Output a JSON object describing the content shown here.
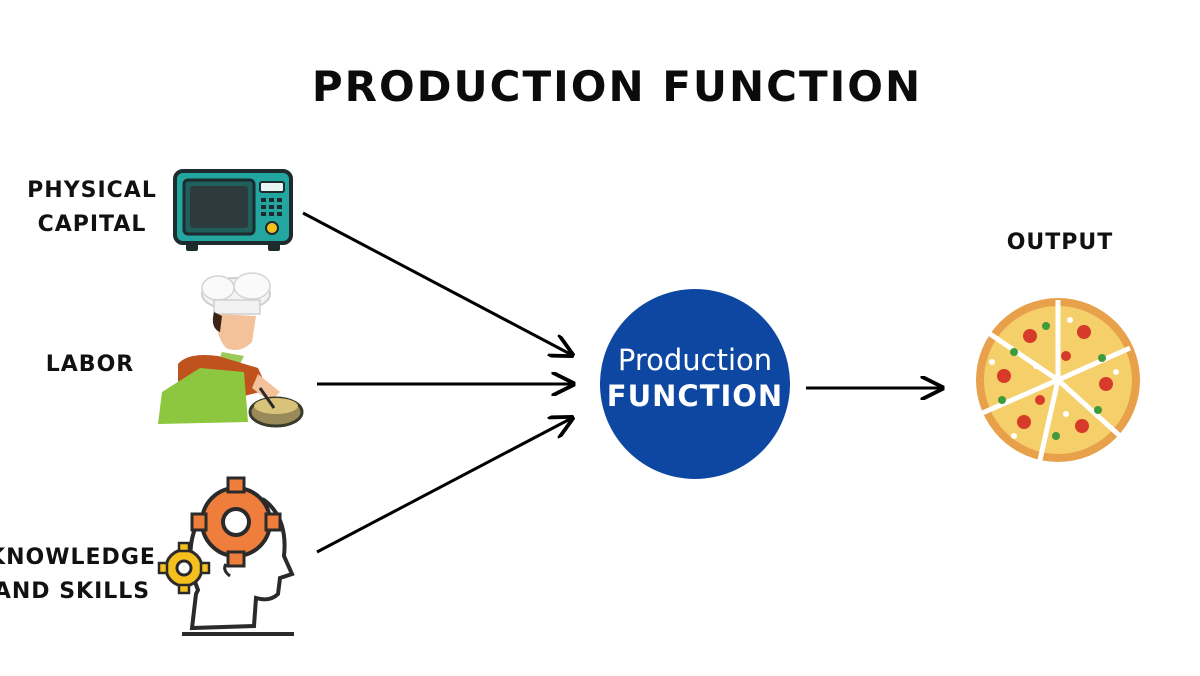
{
  "title": "PRODUCTION FUNCTION",
  "inputs": {
    "physical_capital": [
      "PHYSICAL",
      "CAPITAL"
    ],
    "labor": [
      "LABOR"
    ],
    "knowledge": [
      "KNOWLEDGE",
      "AND SKILLS"
    ]
  },
  "center": {
    "line1": "Production",
    "line2": "FUNCTION"
  },
  "output": "OUTPUT",
  "colors": {
    "center_fill": "#0d47a1",
    "microwave": "#24a6a0",
    "gear_orange": "#ef7d3c",
    "gear_yellow": "#f5c01e",
    "chef_shirt": "#c0521d",
    "chef_apron": "#8dc63f"
  },
  "icons": [
    "microwave-icon",
    "chef-icon",
    "head-gears-icon",
    "pizza-icon"
  ]
}
